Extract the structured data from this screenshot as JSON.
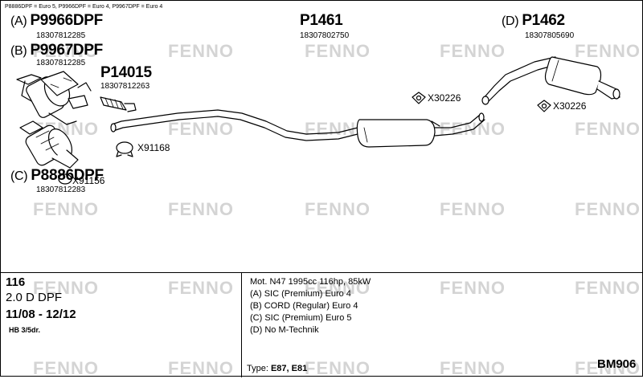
{
  "top_note": "P8886DPF = Euro 5, P9966DPF = Euro 4, P9967DPF = Euro 4",
  "watermark_text": "FENNO",
  "parts": {
    "A": {
      "variant": "(A)",
      "number": "P9966DPF",
      "oe": "18307812285"
    },
    "B": {
      "variant": "(B)",
      "number": "P9967DPF",
      "oe": "18307812285"
    },
    "C": {
      "variant": "(C)",
      "number": "P8886DPF",
      "oe": "18307812283"
    },
    "p14015": {
      "number": "P14015",
      "oe": "18307812263"
    },
    "p1461": {
      "number": "P1461",
      "oe": "18307802750"
    },
    "D": {
      "variant": "(D)",
      "number": "P1462",
      "oe": "18307805690"
    }
  },
  "accessories": {
    "x91168": "X91168",
    "x91156": "X91156",
    "x30226_a": "X30226",
    "x30226_b": "X30226"
  },
  "vehicle": {
    "model": "116",
    "engine": "2.0 D DPF",
    "years": "11/08 - 12/12",
    "body": "HB 3/5dr."
  },
  "specs": {
    "motor": "Mot. N47 1995cc 116hp, 85kW",
    "a": "(A) SIC (Premium) Euro 4",
    "b": "(B) CORD (Regular) Euro 4",
    "c": "(C) SIC (Premium) Euro 5",
    "d": "(D) No M-Technik"
  },
  "type_label": "Type:",
  "type_value": "E87, E81",
  "diagram_code": "BM906"
}
